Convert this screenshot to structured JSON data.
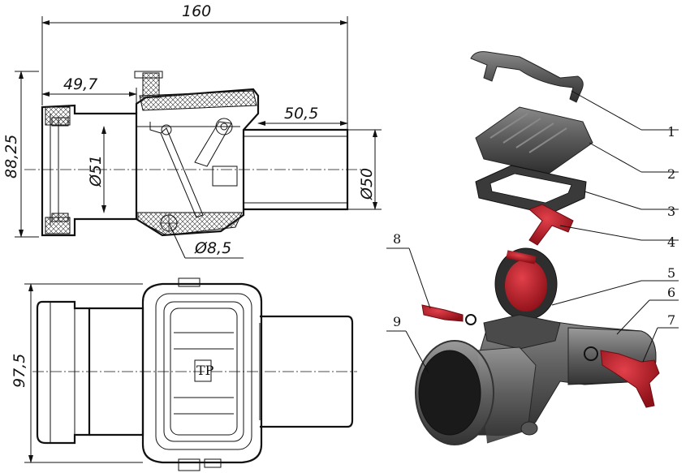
{
  "drawing": {
    "dimensions": {
      "overall_length": "160",
      "socket_length": "49,7",
      "spigot_length": "50,5",
      "height": "88,25",
      "width": "97,5",
      "bore_diameter": "51",
      "outlet_diameter": "50",
      "drain_diameter": "8,5",
      "diameter_symbol": "Ø"
    },
    "logo_text": "TP"
  },
  "callouts": [
    "1",
    "2",
    "3",
    "4",
    "5",
    "6",
    "7",
    "8",
    "9"
  ],
  "colors": {
    "body": "#5f5f5f",
    "body_dark": "#3c3c3c",
    "accent_red": "#c8202a",
    "line": "#111111"
  }
}
